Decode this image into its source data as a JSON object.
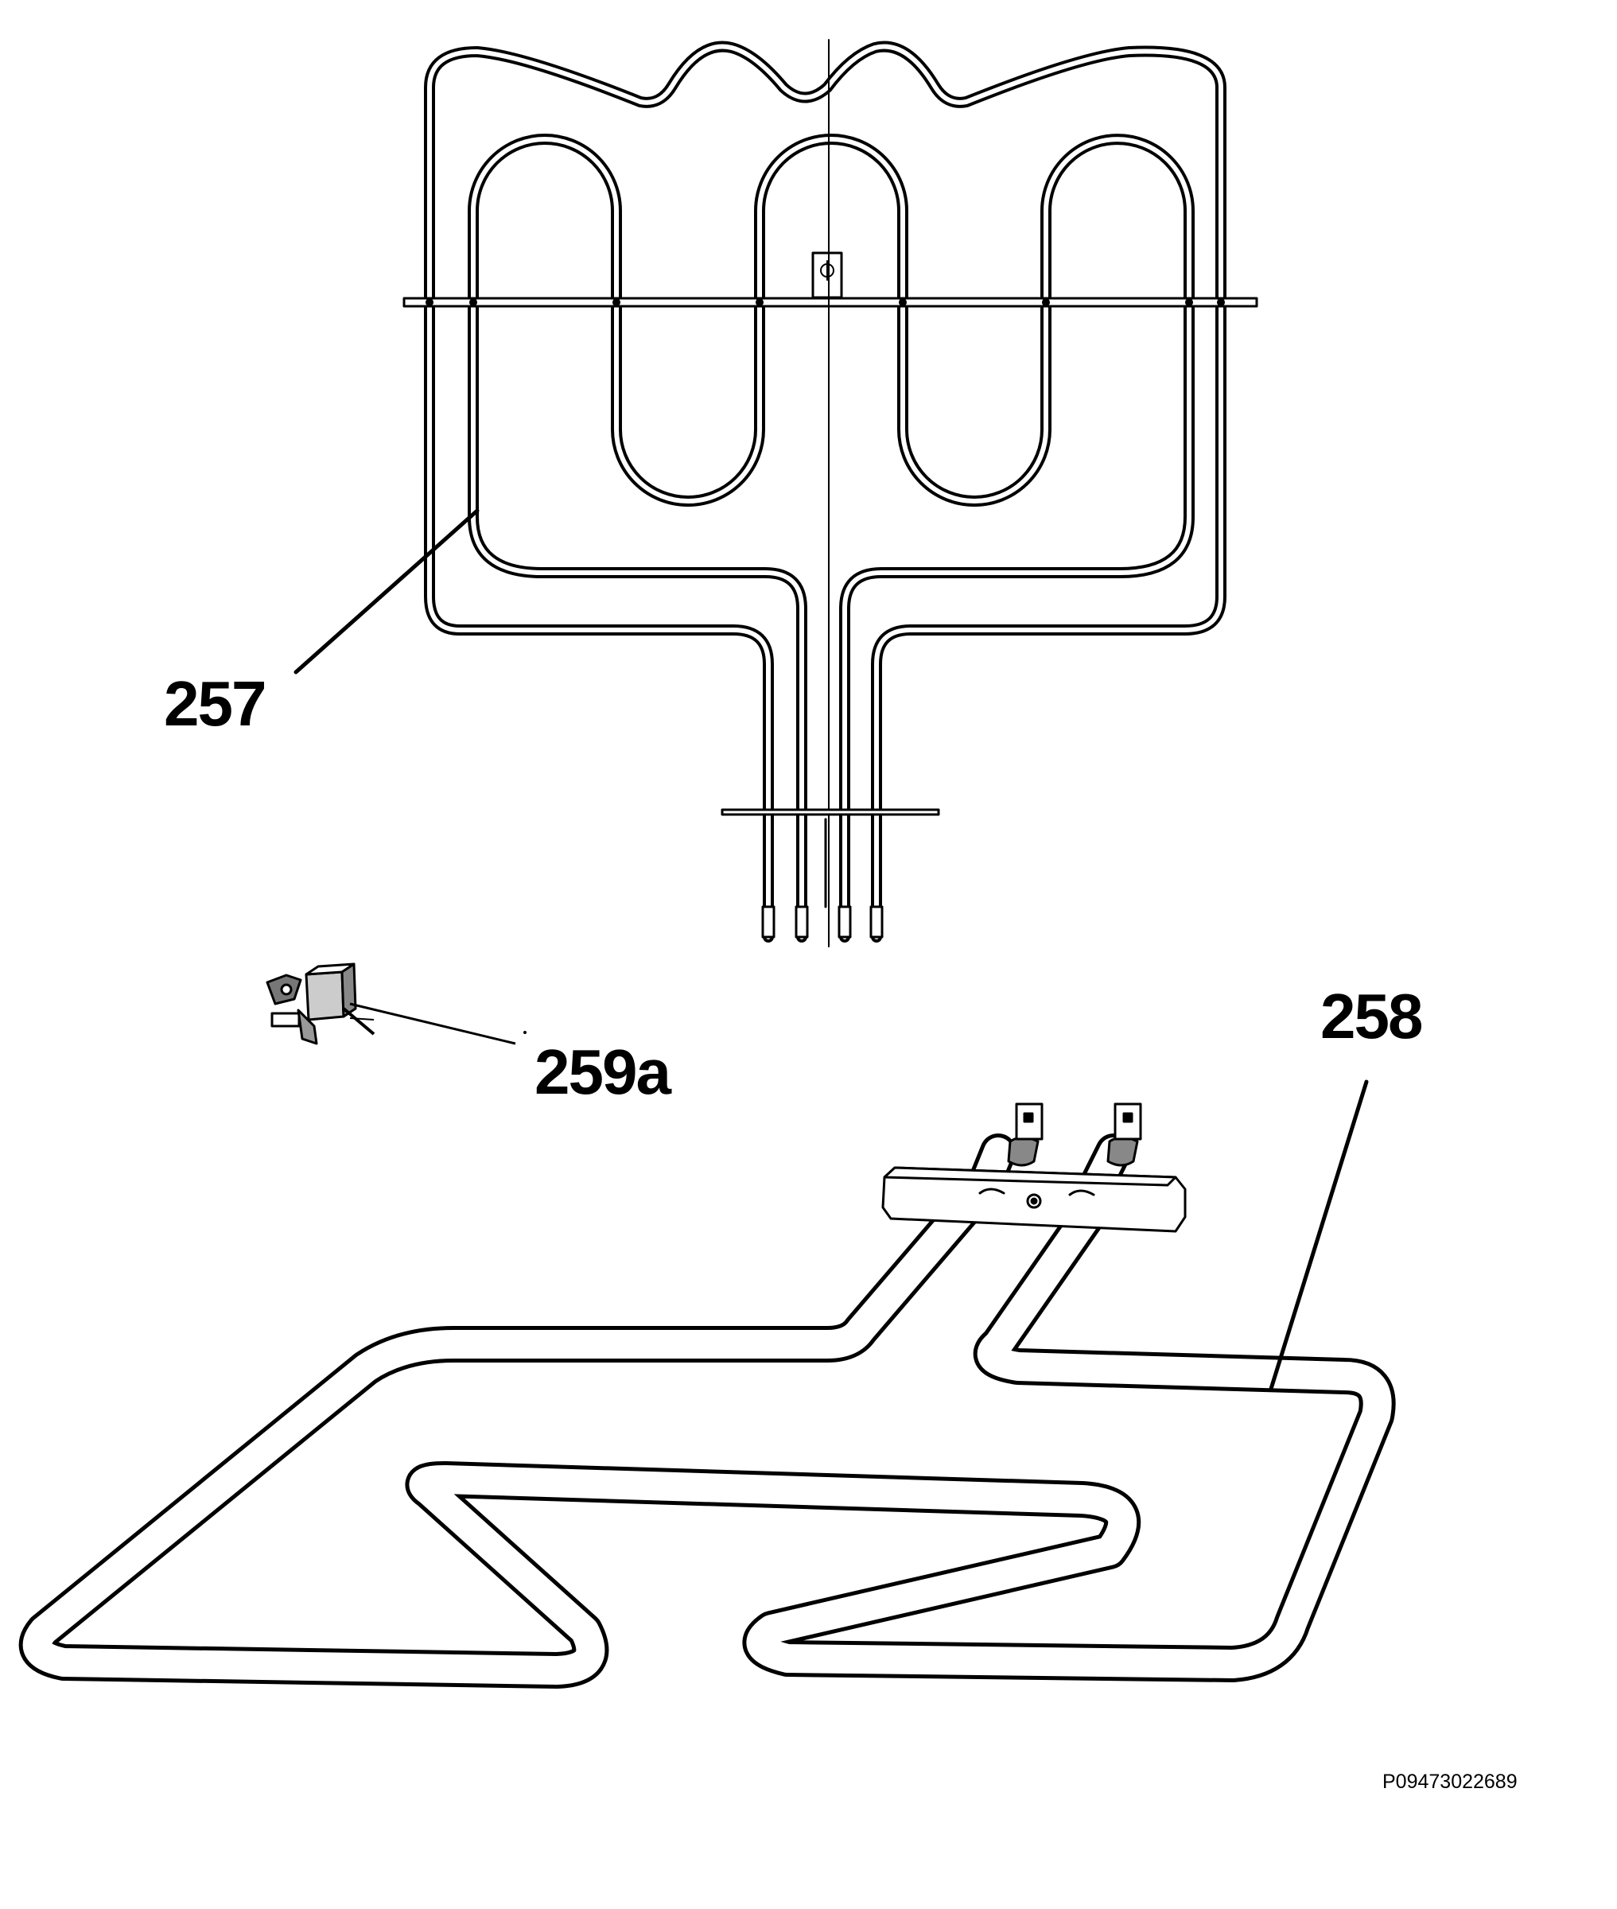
{
  "callouts": {
    "upper_element": "257",
    "lower_element": "258",
    "thermostat": "259a"
  },
  "document_code": "P09473022689",
  "colors": {
    "line": "#000000",
    "background": "#ffffff"
  }
}
